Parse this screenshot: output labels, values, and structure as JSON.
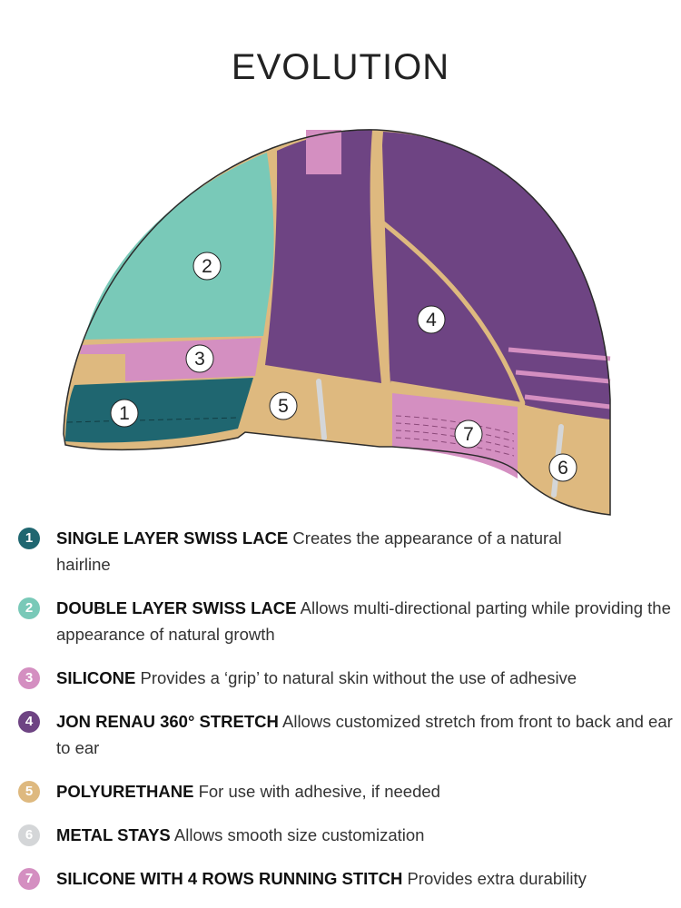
{
  "title": "EVOLUTION",
  "colors": {
    "teal": "#1f6670",
    "green": "#79c9b8",
    "pink": "#d48fc1",
    "purple": "#6e4483",
    "tan": "#deb97f",
    "gray": "#d4d6d8"
  },
  "callouts": [
    "1",
    "2",
    "3",
    "4",
    "5",
    "6",
    "7"
  ],
  "legend": [
    {
      "number": "1",
      "name": "SINGLE LAYER SWISS LACE",
      "description": "Creates the appearance of a natural hairline",
      "color": "#1f6670"
    },
    {
      "number": "2",
      "name": "DOUBLE LAYER SWISS LACE",
      "description": "Allows multi-directional parting while providing the appearance of natural growth",
      "color": "#79c9b8"
    },
    {
      "number": "3",
      "name": "SILICONE",
      "description": "Provides a ‘grip’ to natural skin without the use of adhesive",
      "color": "#d48fc1"
    },
    {
      "number": "4",
      "name": "JON RENAU 360° STRETCH",
      "description": "Allows customized stretch from front to back and ear to ear",
      "color": "#6e4483"
    },
    {
      "number": "5",
      "name": "POLYURETHANE",
      "description": "For use with adhesive, if needed",
      "color": "#deb97f"
    },
    {
      "number": "6",
      "name": "METAL STAYS",
      "description": "Allows smooth size customization",
      "color": "#d4d6d8"
    },
    {
      "number": "7",
      "name": "SILICONE WITH 4 ROWS RUNNING STITCH",
      "description": "Provides extra durability",
      "color": "#d48fc1"
    }
  ]
}
